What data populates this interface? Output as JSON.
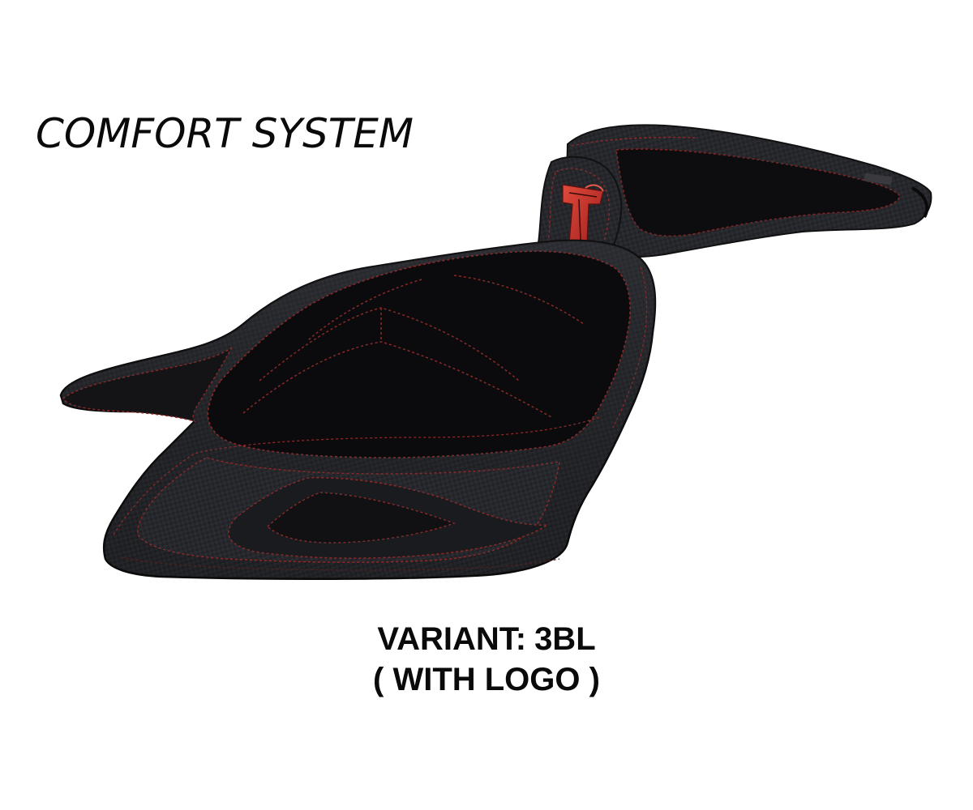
{
  "headline": "COMFORT SYSTEM",
  "variant": {
    "label": "VARIANT:",
    "code": "3BL",
    "note": "( WITH LOGO )"
  },
  "colors": {
    "seat_body": "#1c1d20",
    "seat_center": "#0c0c0e",
    "stitching": "#9b2a2a",
    "logo": "#c12a2a"
  }
}
